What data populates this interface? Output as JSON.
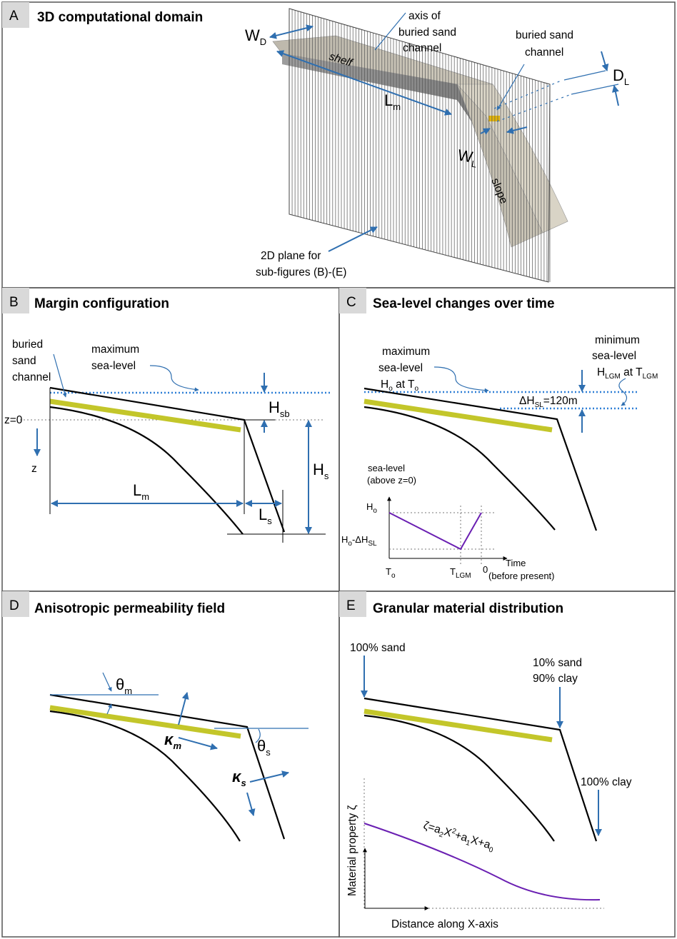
{
  "panels": {
    "a": {
      "tag": "A",
      "title": "3D computational domain",
      "labels": {
        "wd": "W",
        "wd_sub": "D",
        "axis": [
          "axis of",
          "buried sand",
          "channel"
        ],
        "shelf": "shelf",
        "lm": "L",
        "lm_sub": "m",
        "channel": [
          "buried sand",
          "channel"
        ],
        "dl": "D",
        "dl_sub": "L",
        "wl": "W",
        "wl_sub": "L",
        "slope": "slope",
        "plane": [
          "2D plane for",
          "sub-figures (B)-(E)"
        ]
      }
    },
    "b": {
      "tag": "B",
      "title": "Margin configuration",
      "labels": {
        "buried": [
          "buried",
          "sand",
          "channel"
        ],
        "maxsea": [
          "maximum",
          "sea-level"
        ],
        "z0": "z=0",
        "z": "z",
        "hsb": "H",
        "hsb_sub": "sb",
        "hs": "H",
        "hs_sub": "s",
        "lm": "L",
        "lm_sub": "m",
        "ls": "L",
        "ls_sub": "s"
      }
    },
    "c": {
      "tag": "C",
      "title": "Sea-level changes over time",
      "labels": {
        "maxsea": [
          "maximum",
          "sea-level"
        ],
        "h0_t0": {
          "h": "H",
          "h_sub": "o",
          "at": " at T",
          "t_sub": "o"
        },
        "minsea": [
          "minimum",
          "sea-level"
        ],
        "hlgm": {
          "h": "H",
          "h_sub": "LGM",
          "at": " at T",
          "t_sub": "LGM"
        },
        "dh": {
          "d": "ΔH",
          "sub": "SL",
          "val": "=120m"
        },
        "yaxis": [
          "sea-level",
          "(above z=0)"
        ],
        "h0": "H",
        "h0_sub": "o",
        "h0dh": {
          "h": "H",
          "h_sub": "o",
          "d": "-ΔH",
          "d_sub": "SL"
        },
        "time": "Time",
        "bp": "(before present)",
        "t0": "T",
        "t0_sub": "o",
        "tlgm": "T",
        "tlgm_sub": "LGM",
        "zero": "0"
      }
    },
    "d": {
      "tag": "D",
      "title": "Anisotropic permeability field",
      "labels": {
        "thm": "θ",
        "thm_sub": "m",
        "ths": "θ",
        "ths_sub": "s",
        "km": "κ",
        "km_sub": "m",
        "ks": "κ",
        "ks_sub": "s"
      }
    },
    "e": {
      "tag": "E",
      "title": "Granular material distribution",
      "labels": {
        "sand100": "100% sand",
        "mix": [
          "10% sand",
          "90% clay"
        ],
        "clay100": "100% clay",
        "yaxis": "Material property ζ",
        "xaxis": "Distance along X-axis",
        "eq": {
          "lhs": "ζ=a",
          "s2": "2",
          "x": "X",
          "p2": "2",
          "plus1": "+a",
          "s1": "1",
          "x1": "X+a",
          "s0": "0"
        }
      }
    }
  }
}
